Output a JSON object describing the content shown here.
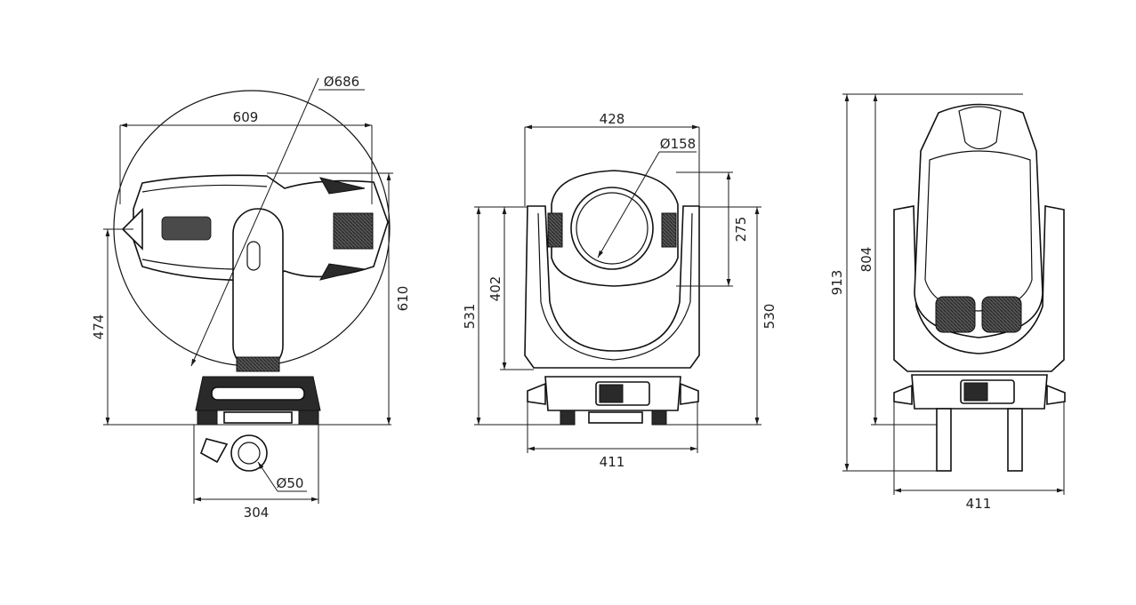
{
  "colors": {
    "line": "#111111",
    "dim_text": "#222222",
    "background": "#ffffff",
    "dark_fill": "#2a2a2a"
  },
  "side_view": {
    "dia_swing": "Ø686",
    "width_head": "609",
    "height_left": "474",
    "height_right": "610",
    "dia_clamp": "Ø50",
    "width_base": "304"
  },
  "front_view": {
    "width_yoke": "428",
    "dia_lens": "Ø158",
    "head_height": "275",
    "height_left_outer": "531",
    "height_left_inner": "402",
    "height_right": "530",
    "width_base": "411"
  },
  "rear_view": {
    "height_total": "913",
    "height_body": "804",
    "width_base": "411"
  }
}
